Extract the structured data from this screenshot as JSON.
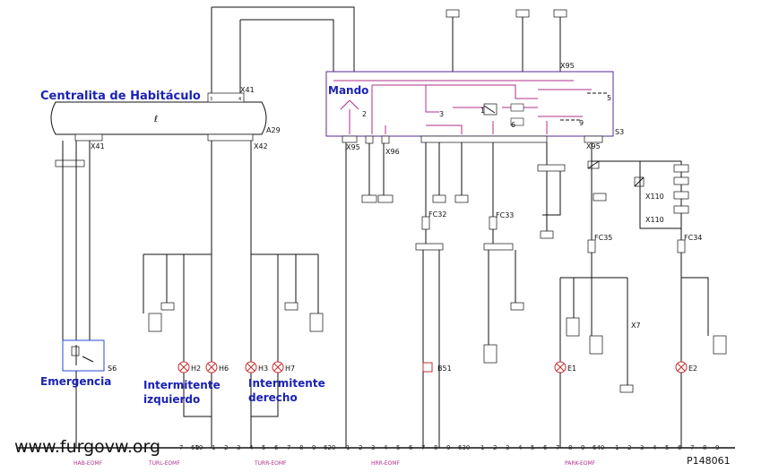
{
  "labels": {
    "cabin_unit": "Centralita de Habitáculo",
    "command": "Mando",
    "emergency": "Emergencia",
    "left_indicator_line1": "Intermitente",
    "left_indicator_line2": "izquierdo",
    "right_indicator_line1": "Intermitente",
    "right_indicator_line2": "derecho",
    "website": "www.furgovw.org",
    "drawing_number": "P148061"
  },
  "components": {
    "x41": "X41",
    "x42": "X42",
    "a29": "A29",
    "x95": "X95",
    "x96": "X96",
    "s3": "S3",
    "s6": "S6",
    "h2": "H2",
    "h6": "H6",
    "h3": "H3",
    "h7": "H7",
    "fc32": "FC32",
    "fc33": "FC33",
    "fc35": "FC35",
    "fc34": "FC34",
    "b51": "B51",
    "e1": "E1",
    "e2": "E2",
    "x7": "X7",
    "x110": "X110"
  },
  "switch_numbers": [
    "1",
    "2",
    "3",
    "5",
    "6",
    "9"
  ],
  "bus_sections": [
    "610",
    "620",
    "630",
    "640"
  ],
  "bus_digits": [
    "1",
    "2",
    "3",
    "4",
    "5",
    "6",
    "7",
    "8",
    "9"
  ],
  "bottom_tags": [
    "HAB-EOMF",
    "TURL-EOMF",
    "TURR-EOMF",
    "HRR-EOMF",
    "PARK-EOMF"
  ]
}
